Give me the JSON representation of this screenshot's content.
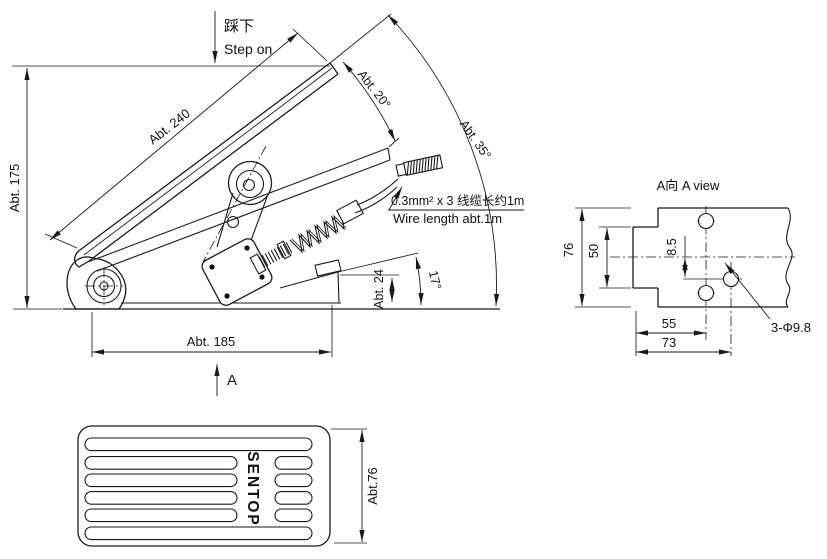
{
  "page": {
    "bg": "#ffffff",
    "ink": "#1a1a1a"
  },
  "main_view": {
    "press_label_cn": "踩下",
    "press_label_en": "Step on",
    "dim_height": "Abt. 175",
    "dim_plate_length": "Abt. 240",
    "dim_base_length": "Abt. 185",
    "dim_front_height": "Abt. 24",
    "angle_release": "Abt. 35°",
    "angle_travel": "Abt. 20°",
    "angle_down": "17°",
    "wire_spec": "0.3mm² x 3  线缆长约1m",
    "wire_length": "Wire length abt.1m",
    "section_arrow": "A"
  },
  "a_view": {
    "title": "A向  A view",
    "dim_outer_height": "76",
    "dim_inner_height": "50",
    "dim_hole_offset": "8.5",
    "dim_hole_span_1": "55",
    "dim_hole_span_2": "73",
    "hole_callout": "3-Φ9.8"
  },
  "bottom_view": {
    "brand": "SENTOP",
    "dim_width": "Abt.76"
  }
}
